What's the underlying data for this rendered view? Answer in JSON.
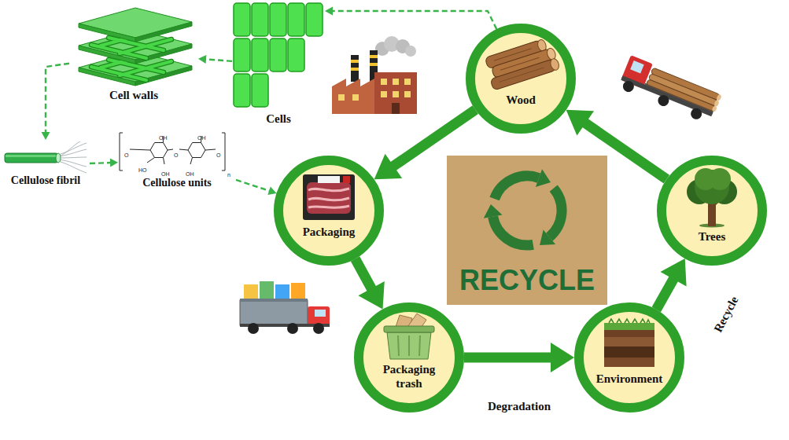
{
  "diagram": {
    "nodes": [
      {
        "text": [
          "Cell walls"
        ]
      },
      {
        "text": [
          "Cells"
        ]
      },
      {
        "text": [
          "Wood"
        ]
      },
      {
        "text": [
          "Cellulose fibril"
        ]
      },
      {
        "text": [
          "Cellulose units"
        ]
      },
      {
        "text": [
          "Packaging"
        ]
      },
      {
        "text": [
          "RECYCLE"
        ]
      },
      {
        "text": [
          "Trees"
        ]
      },
      {
        "text": [
          "Packaging trash"
        ]
      },
      {
        "text": [
          "Environment"
        ]
      }
    ],
    "edges": [
      {
        "from": 2,
        "to": 1,
        "arrow": "to"
      },
      {
        "from": 1,
        "to": 0,
        "arrow": "to"
      },
      {
        "from": 0,
        "to": 3,
        "arrow": "to"
      },
      {
        "from": 3,
        "to": 4,
        "arrow": "to"
      },
      {
        "from": 4,
        "to": 5,
        "arrow": "to"
      },
      {
        "from": 2,
        "to": 5,
        "arrow": "to"
      },
      {
        "from": 5,
        "to": 8,
        "arrow": "to"
      },
      {
        "from": 8,
        "to": 9,
        "label": "Degradation",
        "arrow": "to"
      },
      {
        "from": 9,
        "to": 7,
        "label": "Recycle",
        "arrow": "to"
      },
      {
        "from": 7,
        "to": 2,
        "arrow": "to"
      }
    ],
    "labels": [
      "OH",
      "O",
      "HO",
      "OH",
      "O",
      "OH",
      "OH",
      "O",
      "n"
    ]
  }
}
